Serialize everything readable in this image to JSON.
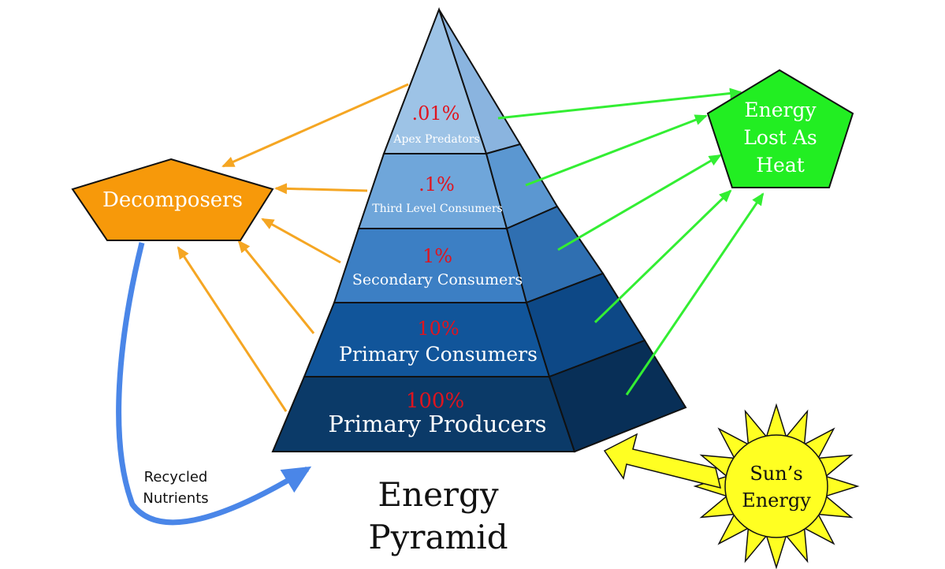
{
  "title": {
    "line1": "Energy",
    "line2": "Pyramid"
  },
  "levels": [
    {
      "percent": ".01%",
      "label": "Apex Predators"
    },
    {
      "percent": ".1%",
      "label": "Third Level Consumers"
    },
    {
      "percent": "1%",
      "label": "Secondary Consumers"
    },
    {
      "percent": "10%",
      "label": "Primary Consumers"
    },
    {
      "percent": "100%",
      "label": "Primary Producers"
    }
  ],
  "decomposers": {
    "label": "Decomposers"
  },
  "heat": {
    "line1": "Energy",
    "line2": "Lost As",
    "line3": "Heat"
  },
  "sun": {
    "line1": "Sun’s",
    "line2": "Energy"
  },
  "recycle": {
    "line1": "Recycled",
    "line2": "Nutrients"
  },
  "colors": {
    "decomposers": "#f7990a",
    "heat": "#22ee22",
    "sun": "#ffff22",
    "orange_arrow": "#f5a623",
    "green_arrow": "#33ee33",
    "blue_arrow": "#4a86e8",
    "percent_text": "#e0141e",
    "level_fills": [
      "#9dc3e6",
      "#6fa6da",
      "#3c7fc4",
      "#11559a",
      "#0b3a68"
    ],
    "side_fills": [
      "#8ab4df",
      "#5b97d1",
      "#2f6fb1",
      "#0d4886",
      "#082f57"
    ]
  }
}
